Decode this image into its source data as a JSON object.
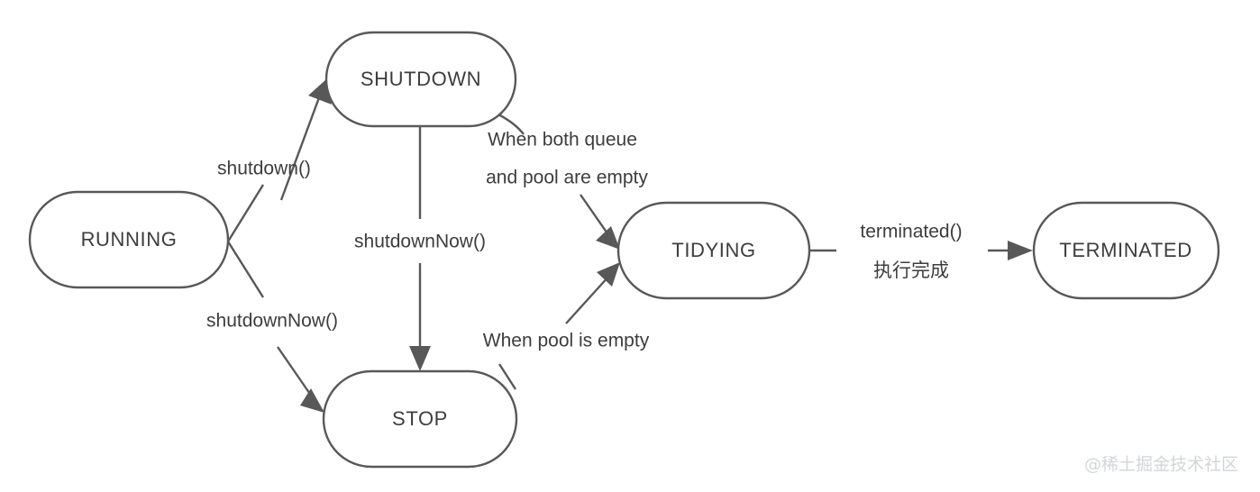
{
  "diagram": {
    "title": "Java ThreadPoolExecutor state transition diagram",
    "colors": {
      "stroke": "#585858",
      "text": "#3d3d3d",
      "background": "#ffffff",
      "watermark": "#d3d5d8"
    },
    "nodes": [
      {
        "id": "running",
        "label": "RUNNING"
      },
      {
        "id": "shutdown",
        "label": "SHUTDOWN"
      },
      {
        "id": "stop",
        "label": "STOP"
      },
      {
        "id": "tidying",
        "label": "TIDYING"
      },
      {
        "id": "terminated",
        "label": "TERMINATED"
      }
    ],
    "edges": [
      {
        "id": "running-to-shutdown",
        "from": "RUNNING",
        "to": "SHUTDOWN",
        "label": "shutdown()"
      },
      {
        "id": "running-to-stop",
        "from": "RUNNING",
        "to": "STOP",
        "label": "shutdownNow()"
      },
      {
        "id": "shutdown-to-stop",
        "from": "SHUTDOWN",
        "to": "STOP",
        "label": "shutdownNow()"
      },
      {
        "id": "shutdown-to-tidying",
        "from": "SHUTDOWN",
        "to": "TIDYING",
        "label_line1": "When both queue",
        "label_line2": "and pool are empty"
      },
      {
        "id": "stop-to-tidying",
        "from": "STOP",
        "to": "TIDYING",
        "label": "When pool is empty"
      },
      {
        "id": "tidying-to-terminated",
        "from": "TIDYING",
        "to": "TERMINATED",
        "label_line1": "terminated()",
        "label_line2": "执行完成"
      }
    ],
    "watermark": "@稀土掘金技术社区"
  }
}
